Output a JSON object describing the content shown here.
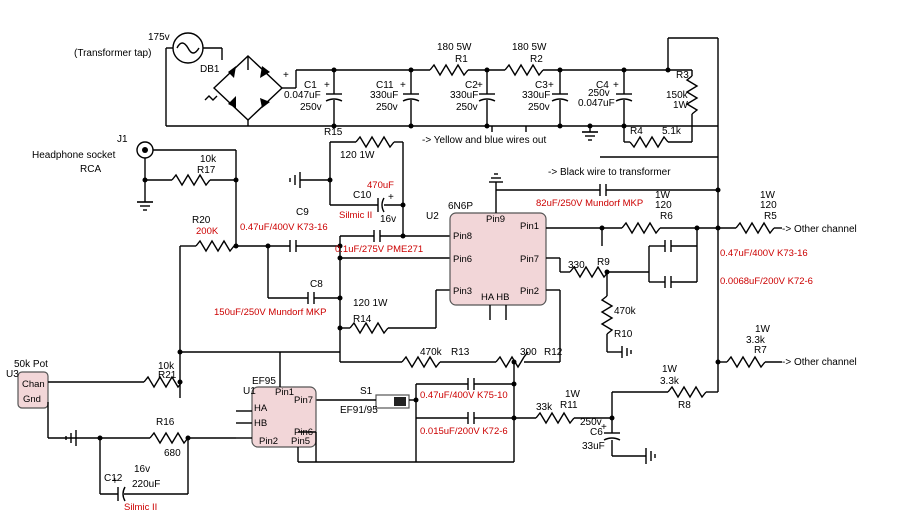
{
  "source": {
    "voltage": "175v",
    "tap_label": "(Transformer tap)",
    "bridge": "DB1"
  },
  "caps": {
    "c1": {
      "name": "C1",
      "value": "0.047uF",
      "voltage": "250v"
    },
    "c11": {
      "name": "C11",
      "value": "330uF",
      "voltage": "250v"
    },
    "c2": {
      "name": "C2",
      "value": "330uF",
      "voltage": "250v"
    },
    "c3": {
      "name": "C3",
      "value": "330uF",
      "voltage": "250v"
    },
    "c4": {
      "name": "C4",
      "value": "0.047uF",
      "voltage": "250v"
    },
    "c10": {
      "name": "C10",
      "value": "470uF",
      "voltage": "16v",
      "brand": "Silmic II"
    },
    "c9": {
      "name": "C9",
      "value": "0.47uF/400V K73-16"
    },
    "c9b": {
      "value": "0.1uF/275V PME271"
    },
    "c8": {
      "name": "C8",
      "value": "150uF/250V Mundorf MKP"
    },
    "c_top": {
      "value": "82uF/250V Mundorf MKP"
    },
    "c_out1": {
      "value": "0.47uF/400V K73-16"
    },
    "c_out2": {
      "value": "0.0068uF/200V K72-6"
    },
    "c_s1a": {
      "value": "0.47uF/400V K75-10"
    },
    "c_s1b": {
      "value": "0.015uF/200V K72-6"
    },
    "c6": {
      "name": "C6",
      "value": "33uF",
      "voltage": "250v"
    },
    "c12": {
      "name": "C12",
      "value": "220uF",
      "voltage": "16v",
      "brand": "Silmic II"
    }
  },
  "resistors": {
    "r1": {
      "name": "R1",
      "value": "180 5W"
    },
    "r2": {
      "name": "R2",
      "value": "180 5W"
    },
    "r3": {
      "name": "R3",
      "value": "150k",
      "power": "1W"
    },
    "r4": {
      "name": "R4",
      "value": "5.1k"
    },
    "r15": {
      "name": "R15",
      "value": "120 1W"
    },
    "r17": {
      "name": "R17",
      "value": "10k"
    },
    "r20": {
      "name": "R20",
      "value": "200K"
    },
    "r14": {
      "name": "R14",
      "value": "120 1W"
    },
    "r6": {
      "name": "R6",
      "power": "1W",
      "value": "120"
    },
    "r5": {
      "name": "R5",
      "power": "1W",
      "value": "120"
    },
    "r9": {
      "name": "R9",
      "value": "330"
    },
    "r10": {
      "name": "R10",
      "value": "470k"
    },
    "r13": {
      "name": "R13",
      "value": "470k"
    },
    "r12": {
      "name": "R12",
      "value": "300"
    },
    "r7": {
      "name": "R7",
      "power": "1W",
      "value": "3.3k"
    },
    "r8": {
      "name": "R8",
      "power": "1W",
      "value": "3.3k"
    },
    "r11": {
      "name": "R11",
      "power": "1W",
      "value": "33k"
    },
    "r21": {
      "name": "R21",
      "value": "10k"
    },
    "r16": {
      "name": "R16",
      "value": "680"
    }
  },
  "notes": {
    "yellow_blue": "-> Yellow and blue wires out",
    "black_wire": "-> Black wire to transformer",
    "other1": "-> Other channel",
    "other2": "-> Other channel"
  },
  "jack": {
    "name": "J1",
    "label1": "Headphone socket",
    "label2": "RCA"
  },
  "u2": {
    "name": "U2",
    "tube": "6N6P",
    "pin9": "Pin9",
    "pin8": "Pin8",
    "pin6": "Pin6",
    "pin3": "Pin3",
    "pin1": "Pin1",
    "pin7": "Pin7",
    "pin2": "Pin2",
    "heater": "HA HB"
  },
  "u1": {
    "name": "U1",
    "tube": "EF95",
    "pin1": "Pin1",
    "pin7": "Pin7",
    "ha": "HA",
    "hb": "HB",
    "pin2": "Pin2",
    "pin6": "Pin6",
    "pin5": "Pin5"
  },
  "u3": {
    "name": "U3",
    "title": "50k Pot",
    "chan": "Chan",
    "gnd": "Gnd"
  },
  "switch": {
    "name": "S1",
    "label": "EF91/95"
  }
}
